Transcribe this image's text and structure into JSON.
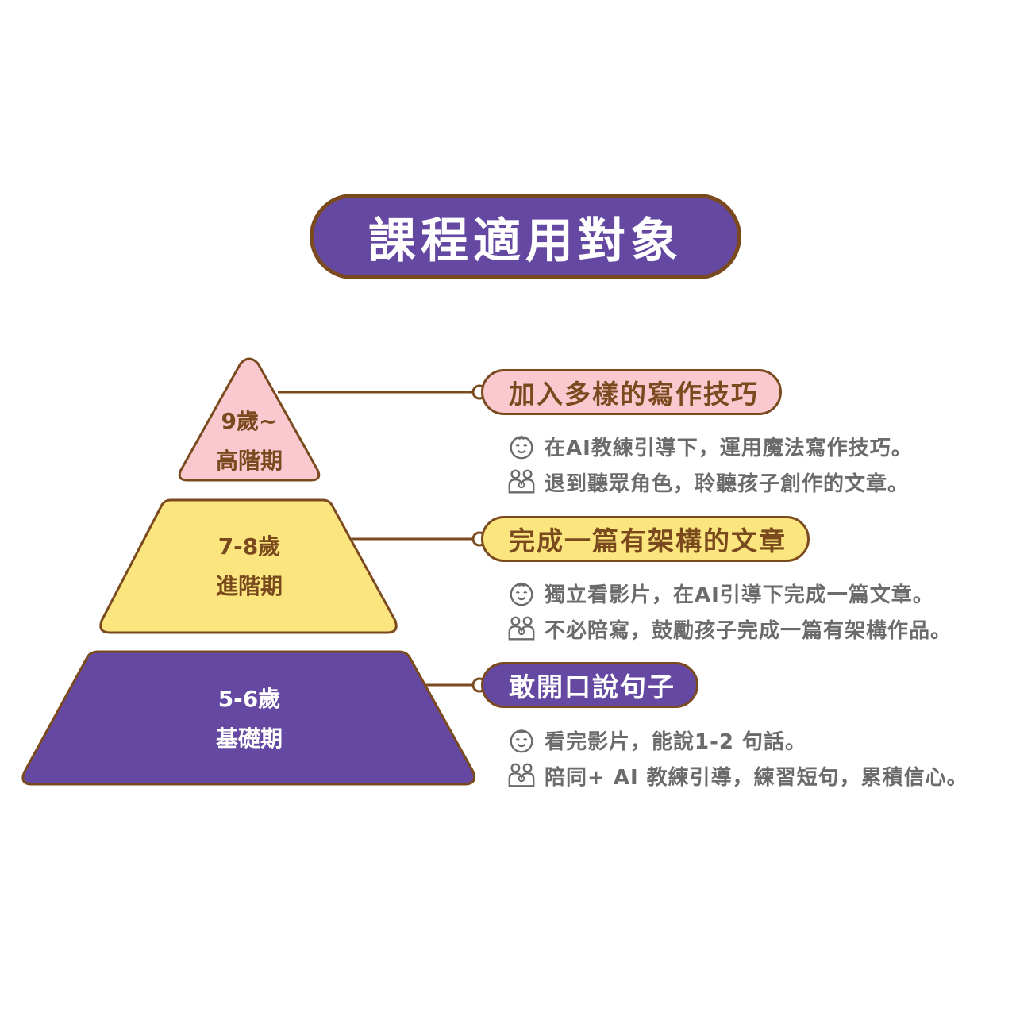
{
  "title": "課程適用對象",
  "colors": {
    "purple": "#6448a1",
    "brown": "#7a4a1e",
    "pink": "#f9c9cf",
    "yellow": "#fbe57e",
    "text_gray": "#6b6b6b"
  },
  "tiers": [
    {
      "age": "9歲~",
      "stage": "高階期",
      "goal": "加入多樣的寫作技巧",
      "items": [
        {
          "icon": "child-face-icon",
          "text": "在AI教練引導下，運用魔法寫作技巧。"
        },
        {
          "icon": "parent-child-icon",
          "text": "退到聽眾角色，聆聽孩子創作的文章。"
        }
      ]
    },
    {
      "age": "7-8歲",
      "stage": "進階期",
      "goal": "完成一篇有架構的文章",
      "items": [
        {
          "icon": "child-face-icon",
          "text": "獨立看影片，在AI引導下完成一篇文章。"
        },
        {
          "icon": "parent-child-icon",
          "text": "不必陪寫，鼓勵孩子完成一篇有架構作品。"
        }
      ]
    },
    {
      "age": "5-6歲",
      "stage": "基礎期",
      "goal": "敢開口說句子",
      "items": [
        {
          "icon": "child-face-icon",
          "text": "看完影片，能說1-2 句話。"
        },
        {
          "icon": "parent-child-icon",
          "text": "陪同+ AI 教練引導，練習短句，累積信心。"
        }
      ]
    }
  ]
}
